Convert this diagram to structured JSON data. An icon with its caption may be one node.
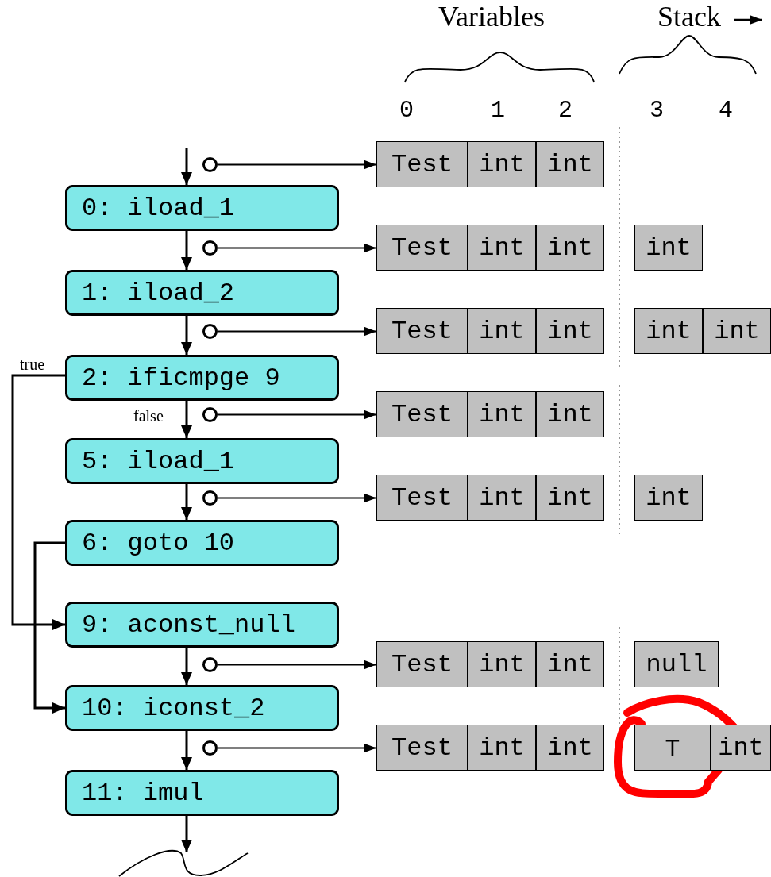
{
  "diagram": {
    "nodes": [
      {
        "text": [
          "0: iload_1"
        ]
      },
      {
        "text": [
          "1: iload_2"
        ]
      },
      {
        "text": [
          "2: ificmpge 9"
        ]
      },
      {
        "text": [
          "5: iload_1"
        ]
      },
      {
        "text": [
          "6: goto 10"
        ]
      },
      {
        "text": [
          "9: aconst_null"
        ]
      },
      {
        "text": [
          "10: iconst_2"
        ]
      },
      {
        "text": [
          "11: imul"
        ]
      },
      {
        "text": [],
        "shape": "circle"
      },
      {
        "text": [
          "Test"
        ]
      },
      {
        "text": [
          "int"
        ]
      },
      {
        "text": [
          "int"
        ]
      },
      {
        "text": [],
        "shape": "circle"
      },
      {
        "text": [
          "Test"
        ]
      },
      {
        "text": [
          "int"
        ]
      },
      {
        "text": [
          "int"
        ]
      },
      {
        "text": [
          "int"
        ]
      },
      {
        "text": [],
        "shape": "circle"
      },
      {
        "text": [
          "Test"
        ]
      },
      {
        "text": [
          "int"
        ]
      },
      {
        "text": [
          "int"
        ]
      },
      {
        "text": [
          "int"
        ]
      },
      {
        "text": [
          "int"
        ]
      },
      {
        "text": [],
        "shape": "circle"
      },
      {
        "text": [
          "Test"
        ]
      },
      {
        "text": [
          "int"
        ]
      },
      {
        "text": [
          "int"
        ]
      },
      {
        "text": [],
        "shape": "circle"
      },
      {
        "text": [
          "Test"
        ]
      },
      {
        "text": [
          "int"
        ]
      },
      {
        "text": [
          "int"
        ]
      },
      {
        "text": [
          "int"
        ]
      },
      {
        "text": [],
        "shape": "circle"
      },
      {
        "text": [
          "Test"
        ]
      },
      {
        "text": [
          "int"
        ]
      },
      {
        "text": [
          "int"
        ]
      },
      {
        "text": [
          "null"
        ]
      },
      {
        "text": [],
        "shape": "circle"
      },
      {
        "text": [
          "Test"
        ]
      },
      {
        "text": [
          "int"
        ]
      },
      {
        "text": [
          "int"
        ]
      },
      {
        "text": [
          "⊤"
        ]
      },
      {
        "text": [
          "int"
        ]
      }
    ],
    "edges": [
      {
        "from": null,
        "to": 0,
        "arrow": "to"
      },
      {
        "from": 0,
        "to": 1,
        "arrow": "to"
      },
      {
        "from": 1,
        "to": 2,
        "arrow": "to"
      },
      {
        "from": 2,
        "to": 3,
        "arrow": "to",
        "label": "false"
      },
      {
        "from": 3,
        "to": 4,
        "arrow": "to"
      },
      {
        "from": 2,
        "to": 5,
        "arrow": "to",
        "label": "true"
      },
      {
        "from": 4,
        "to": 6,
        "arrow": "to"
      },
      {
        "from": 5,
        "to": 6,
        "arrow": "to"
      },
      {
        "from": 6,
        "to": 7,
        "arrow": "to"
      },
      {
        "from": 7,
        "to": null,
        "arrow": "to"
      },
      {
        "from": 8,
        "to": 9,
        "arrow": "to"
      },
      {
        "from": 12,
        "to": 13,
        "arrow": "to"
      },
      {
        "from": 17,
        "to": 18,
        "arrow": "to"
      },
      {
        "from": 23,
        "to": 24,
        "arrow": "to"
      },
      {
        "from": 27,
        "to": 28,
        "arrow": "to"
      },
      {
        "from": 32,
        "to": 33,
        "arrow": "to"
      },
      {
        "from": 37,
        "to": 38,
        "arrow": "to"
      }
    ],
    "labels": [
      "Variables",
      "Stack",
      "0",
      "1",
      "2",
      "3",
      "4"
    ]
  }
}
